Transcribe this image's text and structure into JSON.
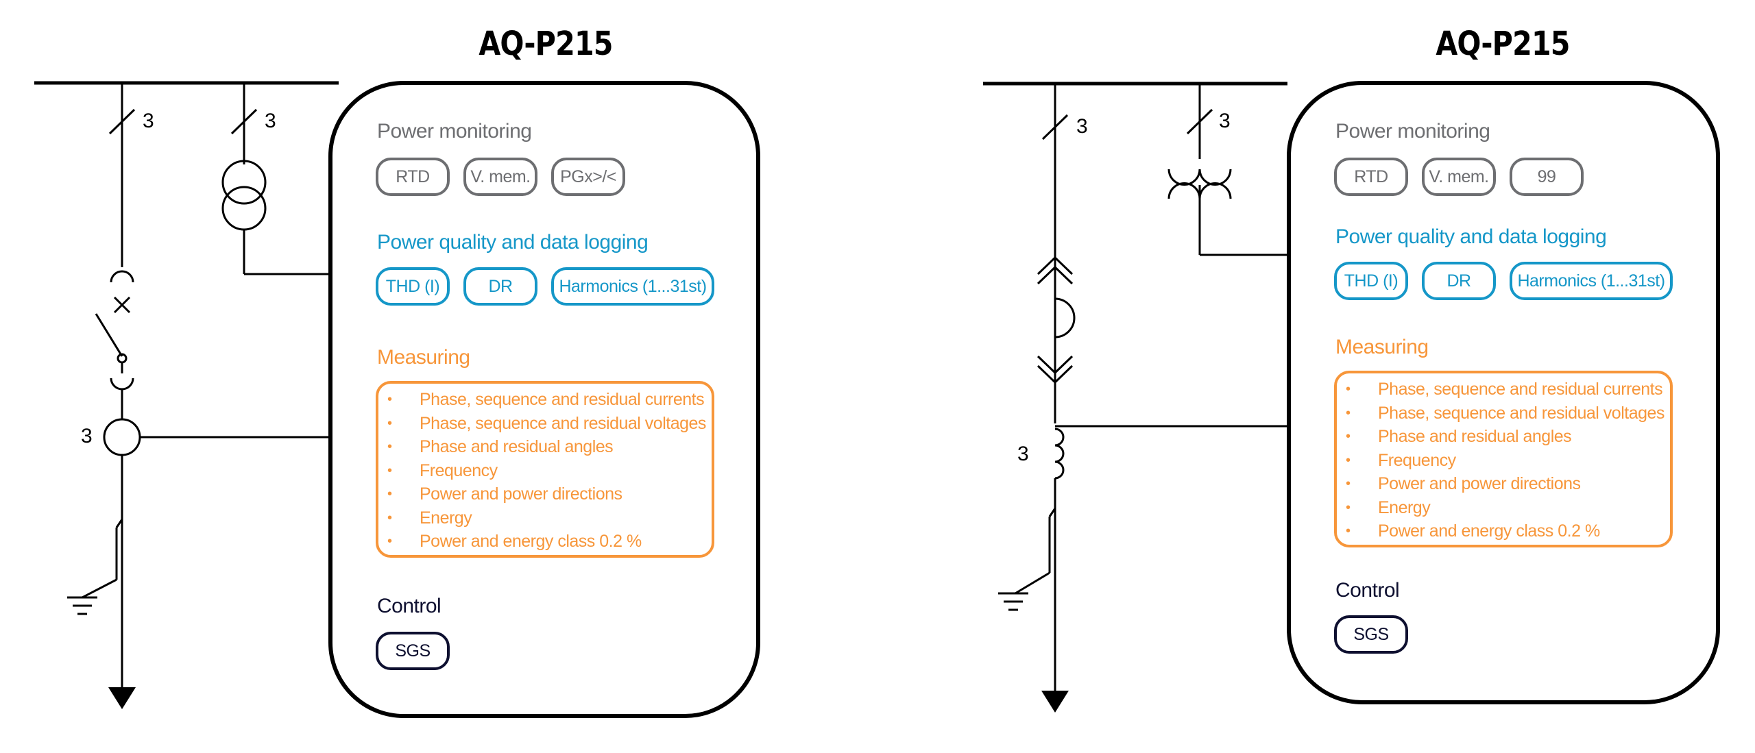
{
  "panels": [
    {
      "title": "AQ-P215",
      "power_monitoring": {
        "title": "Power monitoring",
        "chips": [
          "RTD",
          "V. mem.",
          "PGx>/<"
        ]
      },
      "power_quality": {
        "title": "Power quality and data logging",
        "chips": [
          "THD (I)",
          "DR",
          "Harmonics (1...31st)"
        ]
      },
      "measuring": {
        "title": "Measuring",
        "items": [
          "Phase, sequence and residual currents",
          "Phase, sequence and residual voltages",
          "Phase and residual angles",
          "Frequency",
          "Power and power directions",
          "Energy",
          "Power and energy class 0.2 %"
        ]
      },
      "control": {
        "title": "Control",
        "chips": [
          "SGS"
        ]
      },
      "diagram_labels": {
        "phase_count_main": "3",
        "phase_count_vt": "3",
        "ct_count": "3"
      }
    },
    {
      "title": "AQ-P215",
      "power_monitoring": {
        "title": "Power monitoring",
        "chips": [
          "RTD",
          "V. mem.",
          "99"
        ]
      },
      "power_quality": {
        "title": "Power quality and data logging",
        "chips": [
          "THD (I)",
          "DR",
          "Harmonics (1...31st)"
        ]
      },
      "measuring": {
        "title": "Measuring",
        "items": [
          "Phase, sequence and residual currents",
          "Phase, sequence and residual voltages",
          "Phase and residual angles",
          "Frequency",
          "Power and power directions",
          "Energy",
          "Power and energy class 0.2 %"
        ]
      },
      "control": {
        "title": "Control",
        "chips": [
          "SGS"
        ]
      },
      "diagram_labels": {
        "phase_count_main": "3",
        "phase_count_vt": "3",
        "ct_count": "3"
      }
    }
  ],
  "colors": {
    "monitoring": "#6d6e71",
    "quality": "#1597c8",
    "measuring": "#f7963a",
    "control": "#0e1030",
    "lines": "#000000"
  }
}
